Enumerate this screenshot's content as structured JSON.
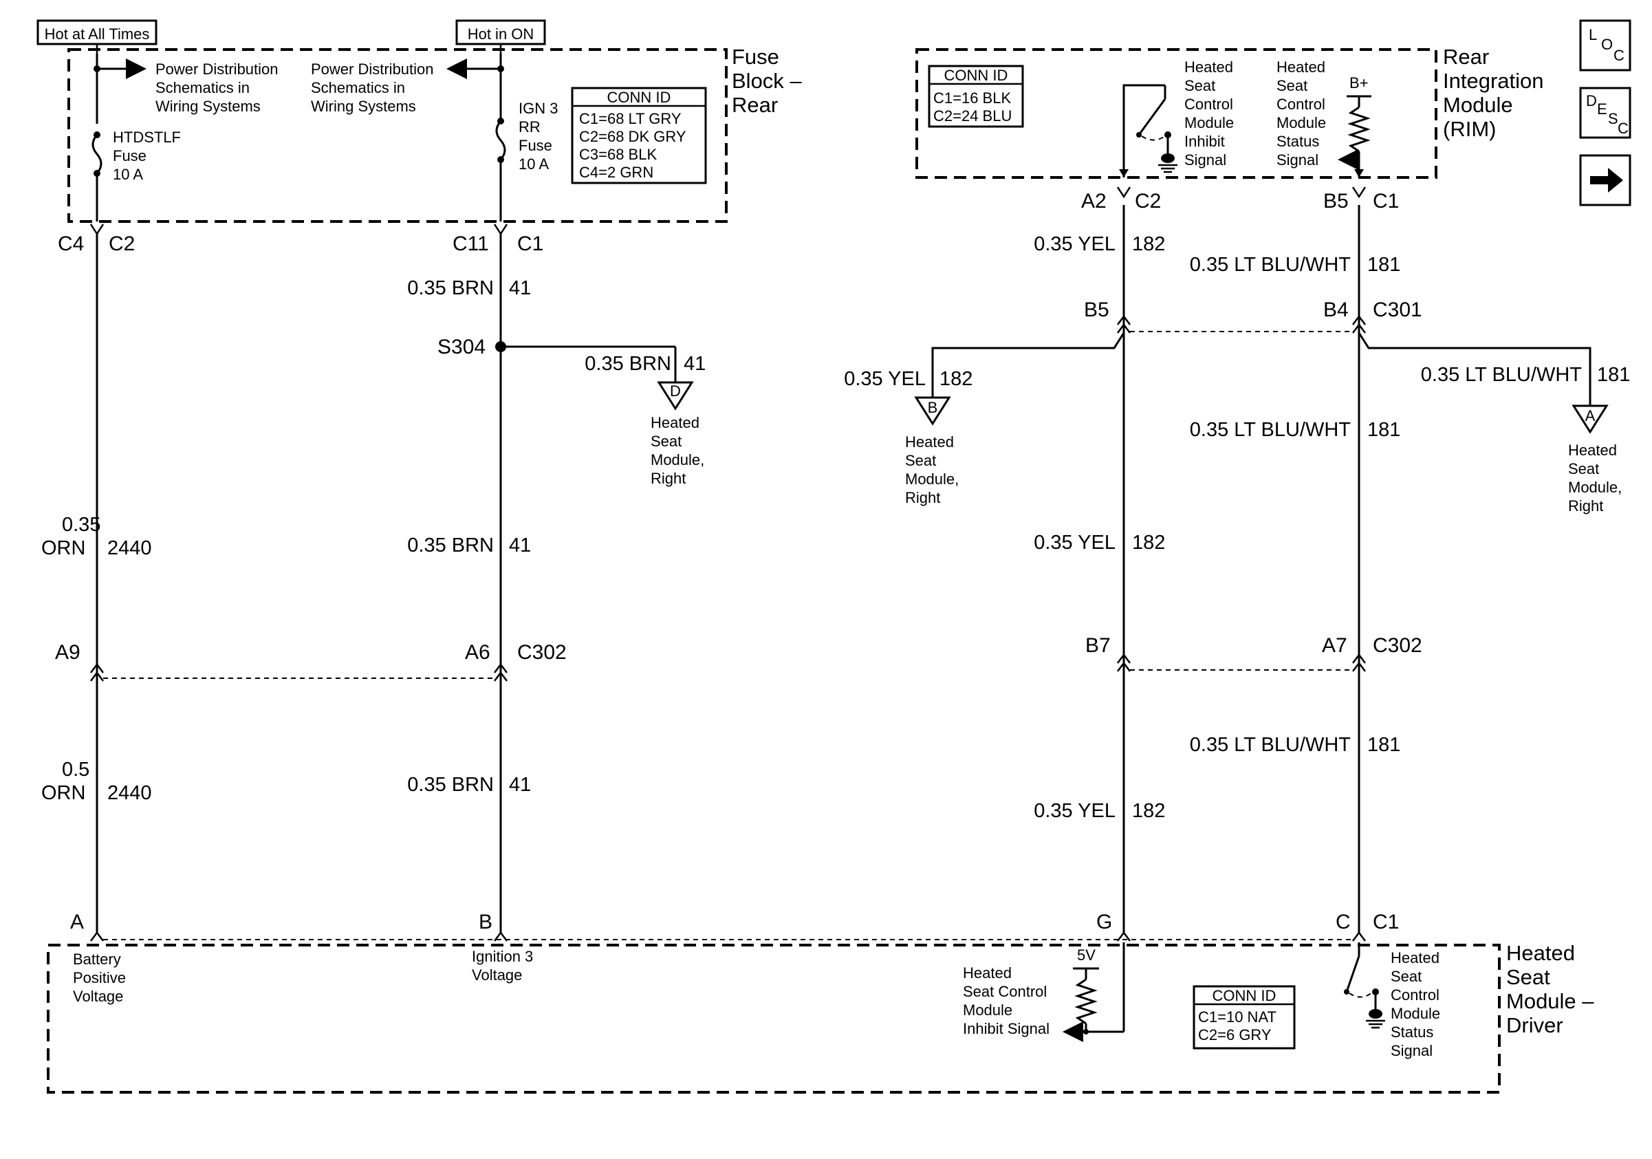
{
  "tags": {
    "hot_all_times": "Hot at All Times",
    "hot_in_on": "Hot in ON"
  },
  "fuse_block": {
    "title": [
      "Fuse",
      "Block –",
      "Rear"
    ],
    "left_ref": [
      "Power Distribution",
      "Schematics in",
      "Wiring Systems"
    ],
    "right_ref": [
      "Power Distribution",
      "Schematics in",
      "Wiring Systems"
    ],
    "fuse1": [
      "HTDSTLF",
      "Fuse",
      "10 A"
    ],
    "fuse2": [
      "IGN 3",
      "RR",
      "Fuse",
      "10 A"
    ],
    "conn_title": "CONN ID",
    "conn": [
      "C1=68 LT GRY",
      "C2=68 DK GRY",
      "C3=68 BLK",
      "C4=2 GRN"
    ]
  },
  "rim": {
    "title": [
      "Rear",
      "Integration",
      "Module",
      "(RIM)"
    ],
    "conn_title": "CONN ID",
    "conn": [
      "C1=16 BLK",
      "C2=24 BLU"
    ],
    "inhibit": [
      "Heated",
      "Seat",
      "Control",
      "Module",
      "Inhibit",
      "Signal"
    ],
    "status": [
      "Heated",
      "Seat",
      "Control",
      "Module",
      "Status",
      "Signal"
    ],
    "bplus": "B+"
  },
  "pins": {
    "c4": "C4",
    "c2": "C2",
    "c11": "C11",
    "c1": "C1",
    "a2": "A2",
    "c2b": "C2",
    "b5": "B5",
    "c1b": "C1",
    "b5b": "B5",
    "b4": "B4",
    "c301": "C301",
    "s304": "S304",
    "a9": "A9",
    "a6": "A6",
    "c302": "C302",
    "b7": "B7",
    "a7": "A7",
    "c302b": "C302",
    "a": "A",
    "b": "B",
    "g": "G",
    "c": "C",
    "c1c": "C1"
  },
  "wires": {
    "brn": "0.35 BRN",
    "n41": "41",
    "orn035": [
      "0.35",
      "ORN"
    ],
    "orn05": [
      "0.5",
      "ORN"
    ],
    "n2440": "2440",
    "yel": "0.35 YEL",
    "n182": "182",
    "blu": "0.35 LT BLU/WHT",
    "n181": "181"
  },
  "offpage": {
    "d": {
      "letter": "D",
      "text": [
        "Heated",
        "Seat",
        "Module,",
        "Right"
      ]
    },
    "b": {
      "letter": "B",
      "text": [
        "Heated",
        "Seat",
        "Module,",
        "Right"
      ]
    },
    "a": {
      "letter": "A",
      "text": [
        "Heated",
        "Seat",
        "Module,",
        "Right"
      ]
    }
  },
  "driver": {
    "title": [
      "Heated",
      "Seat",
      "Module –",
      "Driver"
    ],
    "batt": [
      "Battery",
      "Positive",
      "Voltage"
    ],
    "ign": [
      "Ignition 3",
      "Voltage"
    ],
    "inhibit": [
      "Heated",
      "Seat Control",
      "Module",
      "Inhibit Signal"
    ],
    "v5": "5V",
    "status": [
      "Heated",
      "Seat",
      "Control",
      "Module",
      "Status",
      "Signal"
    ],
    "conn_title": "CONN ID",
    "conn": [
      "C1=10 NAT",
      "C2=6 GRY"
    ]
  },
  "nav": {
    "loc": [
      "L",
      "O",
      "C"
    ],
    "desc": [
      "D",
      "E",
      "S",
      "C"
    ],
    "next_icon": "right-arrow-icon"
  }
}
